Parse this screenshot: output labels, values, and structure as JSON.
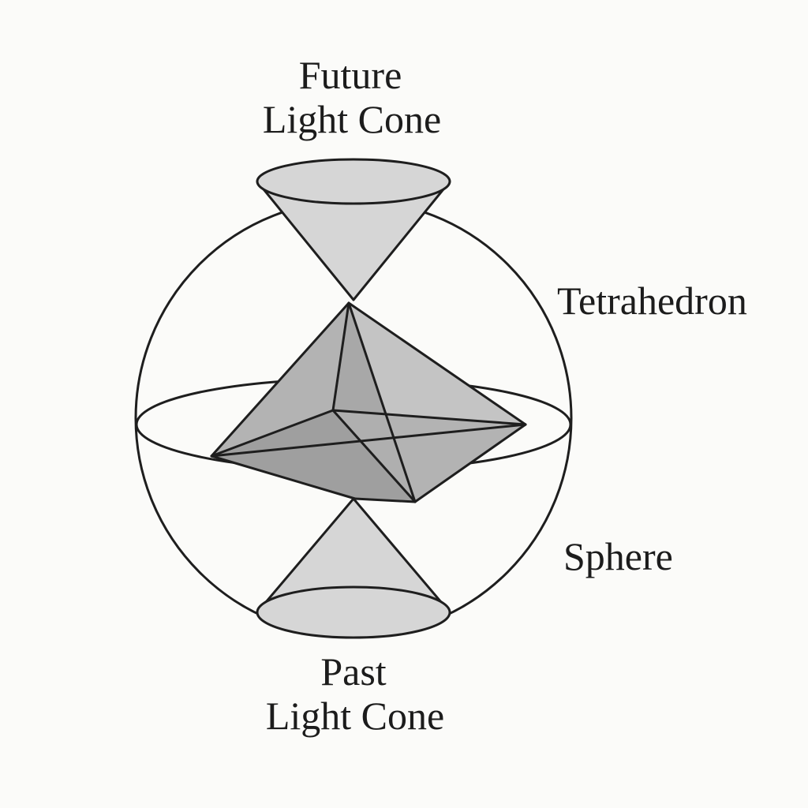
{
  "labels": {
    "future_line1": "Future",
    "future_line2": "Light Cone",
    "tetrahedron": "Tetrahedron",
    "sphere": "Sphere",
    "past_line1": "Past",
    "past_line2": "Light Cone"
  },
  "colors": {
    "background": "#fbfbf9",
    "stroke": "#1e1e1e",
    "cone_fill": "#d6d6d6",
    "tetra_light": "#c4c4c4",
    "tetra_mid": "#b3b3b3",
    "tetra_dark": "#9f9f9f"
  }
}
